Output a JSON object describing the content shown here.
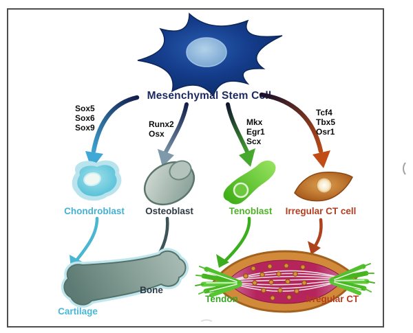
{
  "figure": {
    "title": "Mesenchymal Stem Cell",
    "pathways": [
      {
        "id": "chondrogenic",
        "genes": [
          "Sox5",
          "Sox6",
          "Sox9"
        ],
        "cell": "Chondroblast",
        "tissue": "Cartilage",
        "accent": "#45b0d2"
      },
      {
        "id": "osteogenic",
        "genes": [
          "Runx2",
          "Osx"
        ],
        "cell": "Osteoblast",
        "tissue": "Bone",
        "accent": "#2e3a44"
      },
      {
        "id": "tenogenic",
        "genes": [
          "Mkx",
          "Egr1",
          "Scx"
        ],
        "cell": "Tenoblast",
        "tissue": "Tendon",
        "accent": "#50b228"
      },
      {
        "id": "irregular-ct",
        "genes": [
          "Tcf4",
          "Tbx5",
          "Osr1"
        ],
        "cell": "Irregular CT cell",
        "tissue": "Irregular CT",
        "accent": "#b33d1e"
      }
    ],
    "tissue_label_colors": {
      "cartilage": "#49b8d6",
      "bone": "#2e3a44",
      "tendon": "#3aa526",
      "irregular_ct": "#b33d1e"
    },
    "colors": {
      "title": "#1d2960",
      "stem_cell_body": "#143c8a",
      "chondro_arrow_end": "#3fa8d6",
      "osteo_arrow_end": "#7e99aa",
      "teno_arrow_end": "#46a82e",
      "irregular_arrow_end": "#c14d16",
      "bone_fill": "#7d968e",
      "cartilage_rim": "#bfe6ec",
      "muscle_fill": "#b5255c",
      "ct_sheath": "#d1893a",
      "tendon_green": "#4fc02c"
    }
  }
}
